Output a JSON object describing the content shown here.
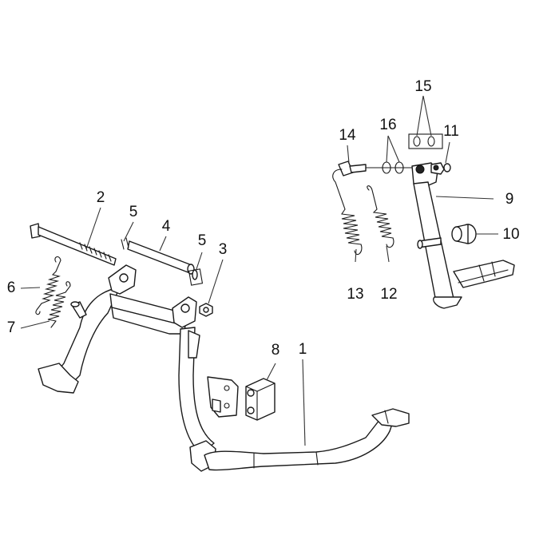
{
  "callouts": {
    "c1": "1",
    "c2": "2",
    "c3": "3",
    "c4": "4",
    "c5a": "5",
    "c5b": "5",
    "c6": "6",
    "c7": "7",
    "c8": "8",
    "c9": "9",
    "c10": "10",
    "c11": "11",
    "c12": "12",
    "c13": "13",
    "c14": "14",
    "c15": "15",
    "c16": "16"
  },
  "colors": {
    "line": "#1a1a1a",
    "background": "#ffffff"
  }
}
